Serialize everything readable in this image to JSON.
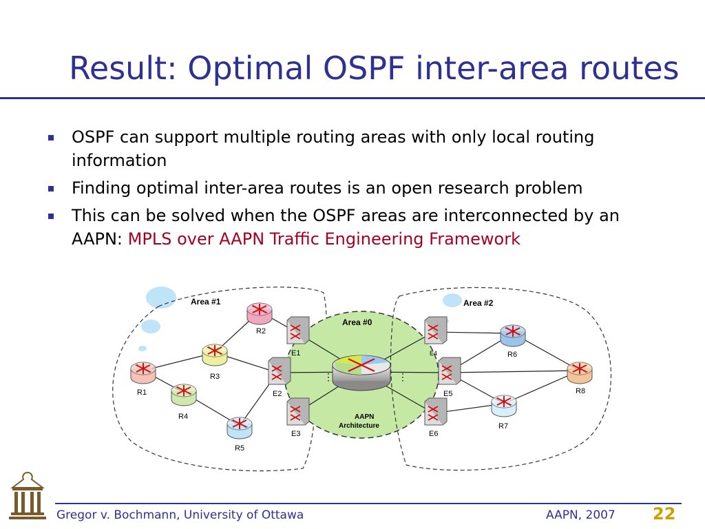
{
  "slide": {
    "title": "Result: Optimal OSPF inter-area routes",
    "bullets": [
      {
        "text": "OSPF can support multiple routing areas with only local routing information"
      },
      {
        "text": "Finding optimal inter-area routes is an open research problem"
      },
      {
        "text_before": "This can be solved when the OSPF areas are interconnected by an AAPN: ",
        "highlight": "MPLS over AAPN Traffic Engineering Framework"
      }
    ],
    "footer_left": "Gregor v. Bochmann, University of Ottawa",
    "footer_right": "AAPN, 2007",
    "page_number": "22"
  },
  "diagram": {
    "area_labels": {
      "area1": "Area #1",
      "area0": "Area #0",
      "area2": "Area #2"
    },
    "routers": {
      "R1": "R1",
      "R2": "R2",
      "R3": "R3",
      "R4": "R4",
      "R5": "R5",
      "R6": "R6",
      "R7": "R7",
      "R8": "R8"
    },
    "edges": {
      "E1": "E1",
      "E2": "E2",
      "E3": "E3",
      "E4": "E4",
      "E5": "E5",
      "E6": "E6"
    },
    "core_label_line1": "AAPN",
    "core_label_line2": "Architecture",
    "ellipsis": "⋮"
  },
  "colors": {
    "title": "#2e3192",
    "highlight": "#a50021",
    "page_number": "#c8a000",
    "area0_fill": "#c5e8a5",
    "bubble": "#bfe3f7"
  }
}
